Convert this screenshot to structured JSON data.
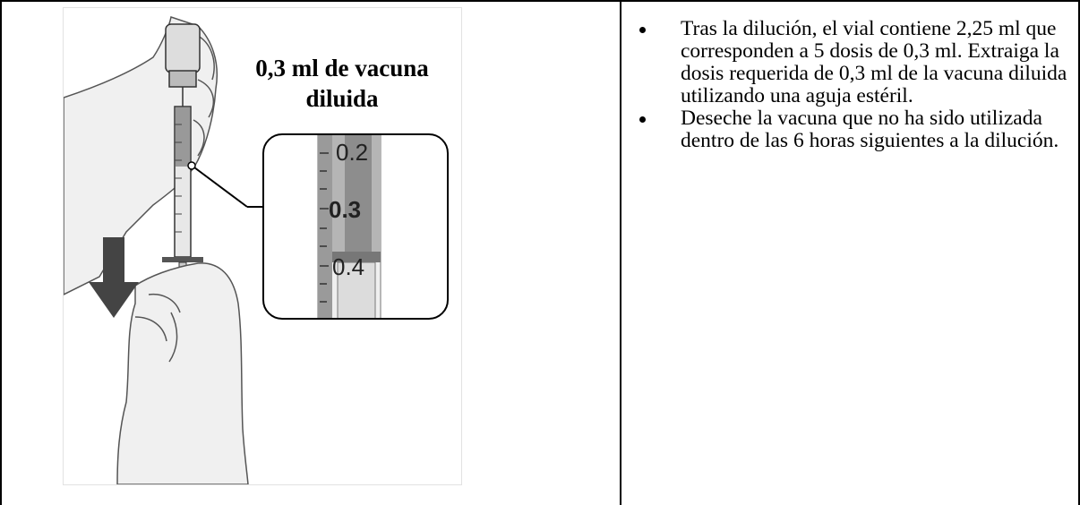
{
  "figure": {
    "caption": "0,3 ml de vacuna diluida",
    "callout_labels": [
      "0.2",
      "0.3",
      "0.4"
    ]
  },
  "instructions": [
    "Tras la dilución, el vial contiene 2,25 ml que corresponden a 5 dosis de 0,3 ml. Extraiga la dosis requerida de 0,3 ml de la vacuna diluida utilizando una aguja estéril.",
    "Deseche la vacuna que no ha sido utilizada dentro de las 6 horas siguientes a la dilución."
  ]
}
